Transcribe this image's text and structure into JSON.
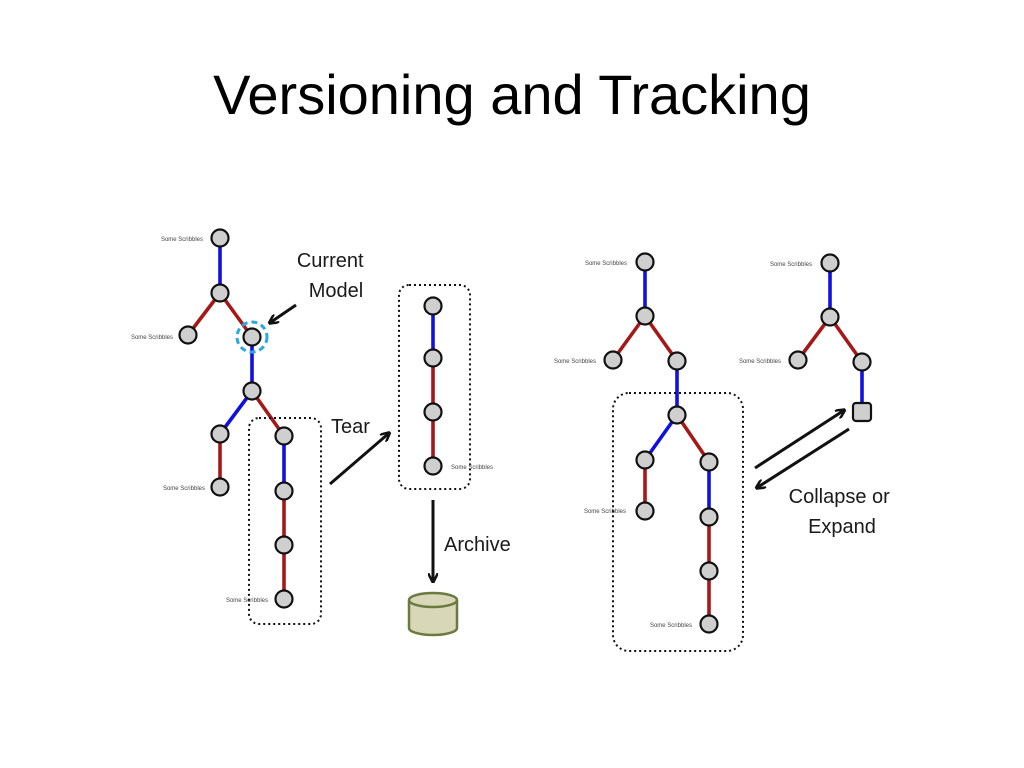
{
  "title": "Versioning and Tracking",
  "labels": {
    "current_model": [
      "Current",
      "Model"
    ],
    "tear": "Tear",
    "archive": "Archive",
    "collapse_expand": [
      "Collapse or",
      "Expand"
    ],
    "scribble": "Some Scribbles"
  },
  "colors": {
    "blue_edge": "#1010e0",
    "red_edge": "#a51818",
    "node_fill": "#cfcfcf",
    "current_highlight": "#2aa8e0",
    "archive_fill": "#d8d7b8",
    "archive_stroke": "#6a7a40"
  },
  "icons": [
    "archive-database-icon",
    "collapsed-node-icon"
  ]
}
